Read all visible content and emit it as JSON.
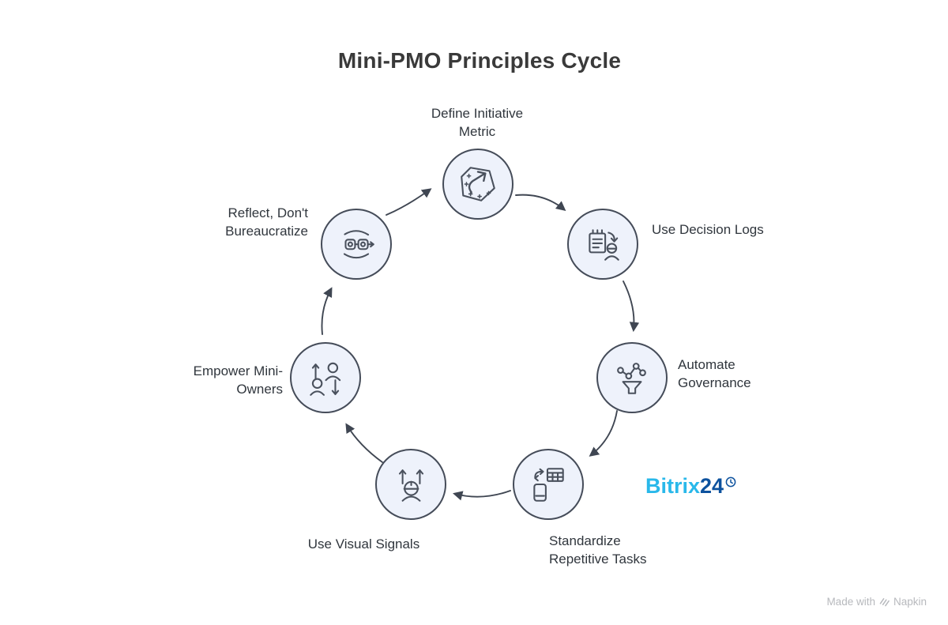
{
  "title": "Mini-PMO Principles Cycle",
  "nodes": [
    {
      "id": "define-initiative-metric",
      "lines": [
        "Define Initiative",
        "Metric"
      ],
      "icon": "sparkle-arrow-icon"
    },
    {
      "id": "use-decision-logs",
      "lines": [
        "Use Decision Logs"
      ],
      "icon": "decision-log-icon"
    },
    {
      "id": "automate-governance",
      "lines": [
        "Automate",
        "Governance"
      ],
      "icon": "workflow-funnel-icon"
    },
    {
      "id": "standardize-repetitive-tasks",
      "lines": [
        "Standardize",
        "Repetitive Tasks"
      ],
      "icon": "sync-table-icon"
    },
    {
      "id": "use-visual-signals",
      "lines": [
        "Use Visual Signals"
      ],
      "icon": "signals-worker-icon"
    },
    {
      "id": "empower-mini-owners",
      "lines": [
        "Empower Mini-",
        "Owners"
      ],
      "icon": "people-arrows-icon"
    },
    {
      "id": "reflect-dont-bureaucratize",
      "lines": [
        "Reflect, Don't",
        "Bureaucratize"
      ],
      "icon": "process-loop-icon"
    }
  ],
  "cycle_direction": "clockwise",
  "brand": {
    "name_primary": "Bitrix",
    "name_secondary": "24",
    "primary_color": "#29b8ea",
    "secondary_color": "#0d529e"
  },
  "watermark": {
    "prefix": "Made with",
    "name": "Napkin",
    "color": "#b7b9bd"
  },
  "colors": {
    "circle_fill": "#eef2fb",
    "outline": "#454c59",
    "arrow": "#3f4652",
    "label": "#30363d",
    "title": "#3a3a3a"
  }
}
